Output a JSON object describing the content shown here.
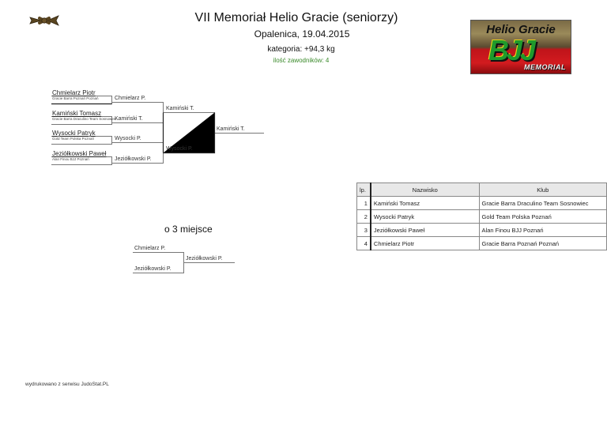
{
  "header": {
    "title": "VII Memoriał Helio Gracie (seniorzy)",
    "subtitle": "Opalenica, 19.04.2015",
    "category": "kategoria: +94,3 kg",
    "competitors_count": "ilość zawodników: 4",
    "belt_icon": "belt-icon",
    "logo": {
      "line1": "Helio Gracie",
      "line2": "BJJ",
      "line3": "MEMORIAL"
    }
  },
  "bracket": {
    "round1": [
      {
        "name": "Chmielarz Piotr",
        "club": "Gracie Barra Poznań Poznań"
      },
      {
        "name": "Kamiński Tomasz",
        "club": "Gracie Barra Draculino Team Sosnowiec"
      },
      {
        "name": "Wysocki Patryk",
        "club": "Gold Team Polska Poznań"
      },
      {
        "name": "Jeziółkowski Paweł",
        "club": "Alan Finou BJJ Poznań"
      }
    ],
    "round2": [
      "Chmielarz P.",
      "Kamiński T.",
      "Wysocki P.",
      "Jeziółkowski P."
    ],
    "semifinal_winners": [
      "Kamiński T.",
      "Wysocki P."
    ],
    "final_winner": "Kamiński T."
  },
  "bronze": {
    "title": "o 3 miejsce",
    "competitors": [
      "Chmielarz P.",
      "Jeziółkowski P."
    ],
    "winner": "Jeziółkowski P."
  },
  "results": {
    "headers": {
      "lp": "lp.",
      "name": "Nazwisko",
      "club": "Klub"
    },
    "rows": [
      {
        "lp": "1",
        "name": "Kamiński Tomasz",
        "club": "Gracie Barra Draculino Team Sosnowiec"
      },
      {
        "lp": "2",
        "name": "Wysocki Patryk",
        "club": "Gold Team Polska Poznań"
      },
      {
        "lp": "3",
        "name": "Jeziółkowski Paweł",
        "club": "Alan Finou BJJ Poznań"
      },
      {
        "lp": "4",
        "name": "Chmielarz Piotr",
        "club": "Gracie Barra Poznań Poznań"
      }
    ]
  },
  "footer": "wydrukowano z serwisu JudoStat.PL"
}
